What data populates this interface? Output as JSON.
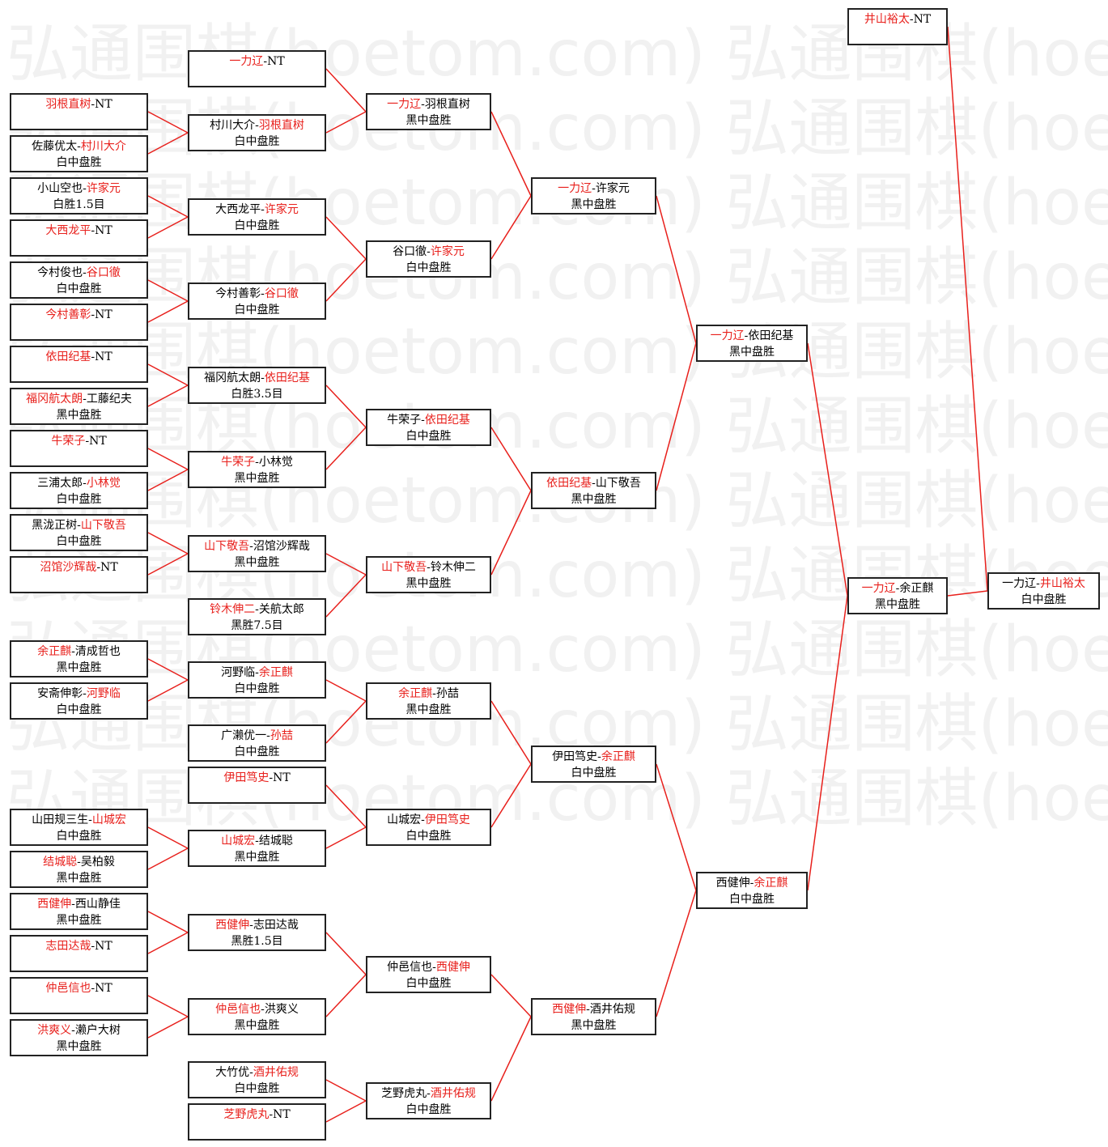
{
  "watermark": "弘通围棋(hoetom.com)",
  "colors": {
    "winner": "#e8201c",
    "line": "#e8201c",
    "border": "#222222"
  },
  "round1": [
    {
      "id": "r1_1",
      "a": "羽根直树",
      "b": "NT",
      "winner": "a",
      "result": ""
    },
    {
      "id": "r1_2",
      "a": "佐藤优太",
      "b": "村川大介",
      "winner": "b",
      "result": "白中盘胜"
    },
    {
      "id": "r1_3",
      "a": "小山空也",
      "b": "许家元",
      "winner": "b",
      "result": "白胜1.5目"
    },
    {
      "id": "r1_4",
      "a": "大西龙平",
      "b": "NT",
      "winner": "a",
      "result": ""
    },
    {
      "id": "r1_5",
      "a": "今村俊也",
      "b": "谷口徹",
      "winner": "b",
      "result": "白中盘胜"
    },
    {
      "id": "r1_6",
      "a": "今村善彰",
      "b": "NT",
      "winner": "a",
      "result": ""
    },
    {
      "id": "r1_7",
      "a": "依田纪基",
      "b": "NT",
      "winner": "a",
      "result": ""
    },
    {
      "id": "r1_8",
      "a": "福冈航太朗",
      "b": "工藤纪夫",
      "winner": "a",
      "result": "黑中盘胜"
    },
    {
      "id": "r1_9",
      "a": "牛荣子",
      "b": "NT",
      "winner": "a",
      "result": ""
    },
    {
      "id": "r1_10",
      "a": "三浦太郎",
      "b": "小林觉",
      "winner": "b",
      "result": "白中盘胜"
    },
    {
      "id": "r1_11",
      "a": "黑泷正树",
      "b": "山下敬吾",
      "winner": "b",
      "result": "白中盘胜"
    },
    {
      "id": "r1_12",
      "a": "沼馆沙辉哉",
      "b": "NT",
      "winner": "a",
      "result": ""
    },
    {
      "id": "r1_13",
      "a": "余正麒",
      "b": "清成哲也",
      "winner": "a",
      "result": "黑中盘胜"
    },
    {
      "id": "r1_14",
      "a": "安斋伸彰",
      "b": "河野临",
      "winner": "b",
      "result": "白中盘胜"
    },
    {
      "id": "r1_15",
      "a": "山田规三生",
      "b": "山城宏",
      "winner": "b",
      "result": "白中盘胜"
    },
    {
      "id": "r1_16",
      "a": "结城聪",
      "b": "吴柏毅",
      "winner": "a",
      "result": "黑中盘胜"
    },
    {
      "id": "r1_17",
      "a": "西健伸",
      "b": "西山静佳",
      "winner": "a",
      "result": "黑中盘胜"
    },
    {
      "id": "r1_18",
      "a": "志田达哉",
      "b": "NT",
      "winner": "a",
      "result": ""
    },
    {
      "id": "r1_19",
      "a": "仲邑信也",
      "b": "NT",
      "winner": "a",
      "result": ""
    },
    {
      "id": "r1_20",
      "a": "洪爽义",
      "b": "濑户大树",
      "winner": "a",
      "result": "黑中盘胜"
    }
  ],
  "round2": [
    {
      "id": "r2_1",
      "a": "一力辽",
      "b": "NT",
      "winner": "a",
      "result": ""
    },
    {
      "id": "r2_2",
      "a": "村川大介",
      "b": "羽根直树",
      "winner": "b",
      "result": "白中盘胜"
    },
    {
      "id": "r2_3",
      "a": "大西龙平",
      "b": "许家元",
      "winner": "b",
      "result": "白中盘胜"
    },
    {
      "id": "r2_4",
      "a": "今村善彰",
      "b": "谷口徹",
      "winner": "b",
      "result": "白中盘胜"
    },
    {
      "id": "r2_5",
      "a": "福冈航太朗",
      "b": "依田纪基",
      "winner": "b",
      "result": "白胜3.5目"
    },
    {
      "id": "r2_6",
      "a": "牛荣子",
      "b": "小林觉",
      "winner": "a",
      "result": "黑中盘胜"
    },
    {
      "id": "r2_7",
      "a": "山下敬吾",
      "b": "沼馆沙辉哉",
      "winner": "a",
      "result": "黑中盘胜"
    },
    {
      "id": "r2_8",
      "a": "铃木伸二",
      "b": "关航太郎",
      "winner": "a",
      "result": "黑胜7.5目"
    },
    {
      "id": "r2_9",
      "a": "河野临",
      "b": "余正麒",
      "winner": "b",
      "result": "白中盘胜"
    },
    {
      "id": "r2_10",
      "a": "广濑优一",
      "b": "孙喆",
      "winner": "b",
      "result": "白中盘胜"
    },
    {
      "id": "r2_11",
      "a": "伊田笃史",
      "b": "NT",
      "winner": "a",
      "result": ""
    },
    {
      "id": "r2_12",
      "a": "山城宏",
      "b": "结城聪",
      "winner": "a",
      "result": "黑中盘胜"
    },
    {
      "id": "r2_13",
      "a": "西健伸",
      "b": "志田达哉",
      "winner": "a",
      "result": "黑胜1.5目"
    },
    {
      "id": "r2_14",
      "a": "仲邑信也",
      "b": "洪爽义",
      "winner": "a",
      "result": "黑中盘胜"
    },
    {
      "id": "r2_15",
      "a": "大竹优",
      "b": "酒井佑规",
      "winner": "b",
      "result": "白中盘胜"
    },
    {
      "id": "r2_16",
      "a": "芝野虎丸",
      "b": "NT",
      "winner": "a",
      "result": ""
    }
  ],
  "round3": [
    {
      "id": "r3_1",
      "a": "一力辽",
      "b": "羽根直树",
      "winner": "a",
      "result": "黑中盘胜"
    },
    {
      "id": "r3_2",
      "a": "谷口徹",
      "b": "许家元",
      "winner": "b",
      "result": "白中盘胜"
    },
    {
      "id": "r3_3",
      "a": "牛荣子",
      "b": "依田纪基",
      "winner": "b",
      "result": "白中盘胜"
    },
    {
      "id": "r3_4",
      "a": "山下敬吾",
      "b": "铃木伸二",
      "winner": "a",
      "result": "黑中盘胜"
    },
    {
      "id": "r3_5",
      "a": "余正麒",
      "b": "孙喆",
      "winner": "a",
      "result": "黑中盘胜"
    },
    {
      "id": "r3_6",
      "a": "山城宏",
      "b": "伊田笃史",
      "winner": "b",
      "result": "白中盘胜"
    },
    {
      "id": "r3_7",
      "a": "仲邑信也",
      "b": "西健伸",
      "winner": "b",
      "result": "白中盘胜"
    },
    {
      "id": "r3_8",
      "a": "芝野虎丸",
      "b": "酒井佑规",
      "winner": "b",
      "result": "白中盘胜"
    }
  ],
  "round4": [
    {
      "id": "r4_1",
      "a": "一力辽",
      "b": "许家元",
      "winner": "a",
      "result": "黑中盘胜"
    },
    {
      "id": "r4_2",
      "a": "依田纪基",
      "b": "山下敬吾",
      "winner": "a",
      "result": "黑中盘胜"
    },
    {
      "id": "r4_3",
      "a": "伊田笃史",
      "b": "余正麒",
      "winner": "b",
      "result": "白中盘胜"
    },
    {
      "id": "r4_4",
      "a": "西健伸",
      "b": "酒井佑规",
      "winner": "a",
      "result": "黑中盘胜"
    }
  ],
  "round5": [
    {
      "id": "r5_1",
      "a": "一力辽",
      "b": "依田纪基",
      "winner": "a",
      "result": "黑中盘胜"
    },
    {
      "id": "r5_2",
      "a": "西健伸",
      "b": "余正麒",
      "winner": "b",
      "result": "白中盘胜"
    }
  ],
  "round6": [
    {
      "id": "r6_1",
      "a": "一力辽",
      "b": "余正麒",
      "winner": "a",
      "result": "黑中盘胜"
    }
  ],
  "seed": {
    "id": "seed",
    "a": "井山裕太",
    "b": "NT",
    "winner": "a",
    "result": ""
  },
  "final": {
    "id": "final",
    "a": "一力辽",
    "b": "井山裕太",
    "winner": "b",
    "result": "白中盘胜"
  }
}
